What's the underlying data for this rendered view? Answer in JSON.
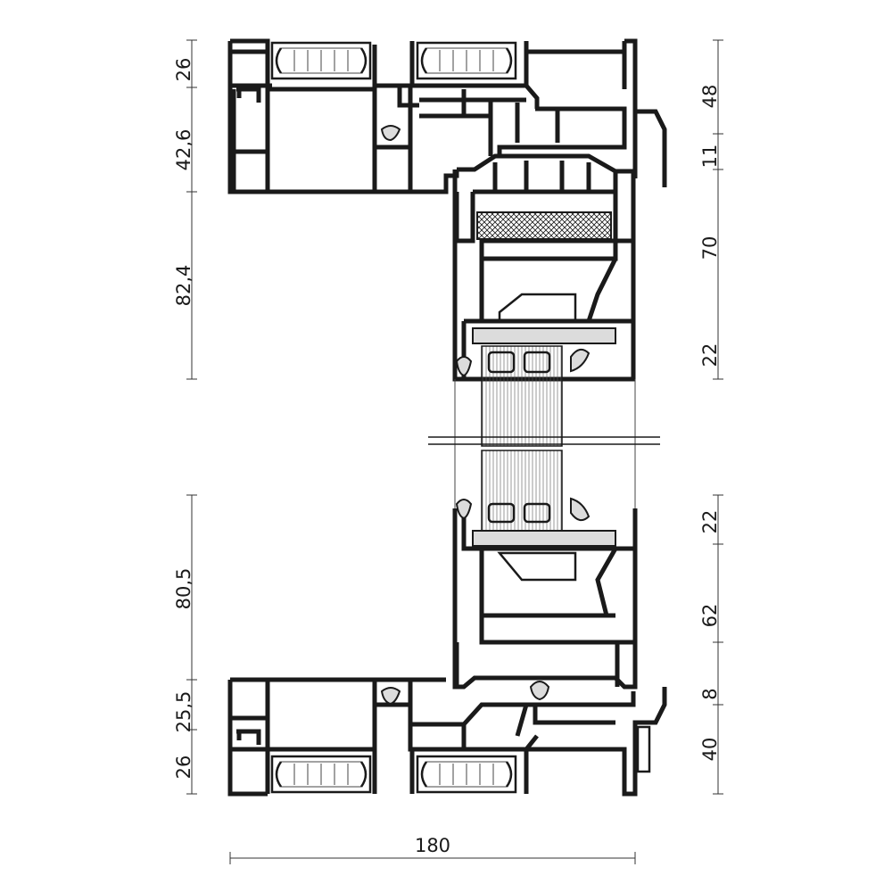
{
  "dimensions": {
    "left": [
      "26",
      "42,6",
      "82,4",
      "80,5",
      "25,5",
      "26"
    ],
    "right": [
      "48",
      "11",
      "70",
      "22",
      "22",
      "62",
      "8",
      "40"
    ],
    "bottom": "180"
  }
}
